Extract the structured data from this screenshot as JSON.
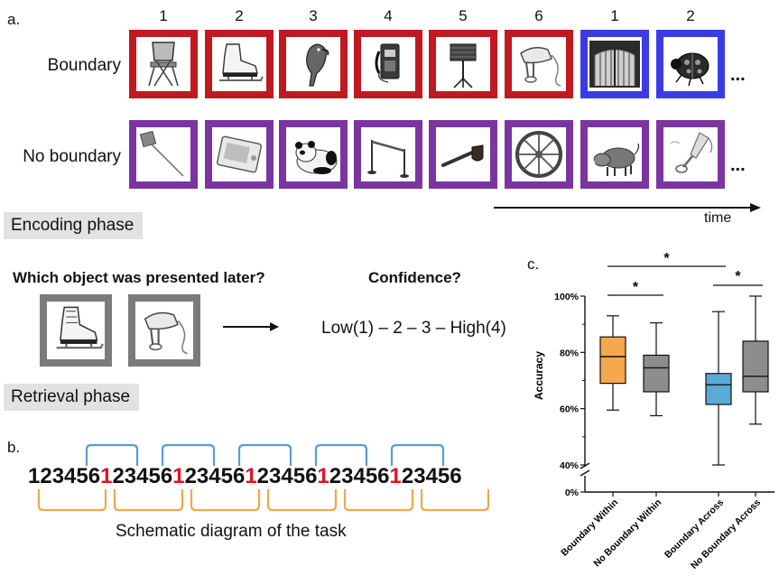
{
  "panel_a": {
    "letter": "a.",
    "numbers": [
      "1",
      "2",
      "3",
      "4",
      "5",
      "6",
      "1",
      "2"
    ],
    "row_boundary_label": "Boundary",
    "row_no_boundary_label": "No boundary",
    "ellipsis": "...",
    "time_label": "time",
    "boundary_objects": [
      "folding-chair",
      "ice-skate",
      "parrot",
      "payphone",
      "music-stand",
      "hand-mixer",
      "gate",
      "ladybug"
    ],
    "no_boundary_objects": [
      "fly-swatter",
      "tablet",
      "panda",
      "stanchion",
      "pipe",
      "wagon-wheel",
      "warthog",
      "blender"
    ],
    "colors": {
      "boundary_event1": "#c0191f",
      "boundary_event2": "#3b3be6",
      "no_boundary": "#7b35a0"
    }
  },
  "encoding_label": "Encoding phase",
  "retrieval": {
    "question": "Which object was presented later?",
    "confidence_title": "Confidence?",
    "confidence_scale": "Low(1) – 2 – 3 – High(4)",
    "objects": [
      "ice-skate",
      "hand-mixer"
    ]
  },
  "retrieval_label": "Retrieval phase",
  "panel_b": {
    "letter": "b.",
    "sequence": [
      {
        "text": "123456",
        "red": false
      },
      {
        "text": "1",
        "red": true
      },
      {
        "text": "23456",
        "red": false
      },
      {
        "text": "1",
        "red": true
      },
      {
        "text": "23456",
        "red": false
      },
      {
        "text": "1",
        "red": true
      },
      {
        "text": "23456",
        "red": false
      },
      {
        "text": "1",
        "red": true
      },
      {
        "text": "23456",
        "red": false
      },
      {
        "text": "1",
        "red": true
      },
      {
        "text": "23456",
        "red": false
      }
    ],
    "caption": "Schematic diagram of the task",
    "colors": {
      "top_bracket": "#5b9bd5",
      "bottom_bracket": "#f0a848",
      "red": "#e0141e"
    }
  },
  "panel_c": {
    "letter": "c.",
    "chart_data": {
      "type": "boxplot",
      "ylabel": "Accuracy",
      "y_ticks": [
        "0%",
        "40%",
        "60%",
        "80%",
        "100%"
      ],
      "ylim": [
        40,
        100
      ],
      "axis_break": true,
      "categories": [
        "Boundary Within",
        "No Boundary Within",
        "Boundary Across",
        "No Boundary Across"
      ],
      "boxes": [
        {
          "category": "Boundary Within",
          "min": 59.5,
          "q1": 69,
          "median": 78.5,
          "q3": 85.5,
          "max": 93,
          "color": "#f3a94c"
        },
        {
          "category": "No Boundary Within",
          "min": 57.5,
          "q1": 66,
          "median": 74.5,
          "q3": 79,
          "max": 90.5,
          "color": "#8d8d8d"
        },
        {
          "category": "Boundary Across",
          "min": 40,
          "q1": 61.5,
          "median": 68.5,
          "q3": 72.5,
          "max": 94.5,
          "color": "#5aaad8"
        },
        {
          "category": "No Boundary Across",
          "min": 54.5,
          "q1": 66,
          "median": 71.5,
          "q3": 84,
          "max": 100,
          "color": "#8d8d8d"
        }
      ],
      "significance": [
        {
          "between": [
            "Boundary Within",
            "No Boundary Within"
          ],
          "label": "*"
        },
        {
          "between": [
            "Boundary Across",
            "No Boundary Across"
          ],
          "label": "*"
        },
        {
          "between": [
            "Boundary Within",
            "Boundary Across"
          ],
          "label": "*"
        }
      ]
    }
  }
}
